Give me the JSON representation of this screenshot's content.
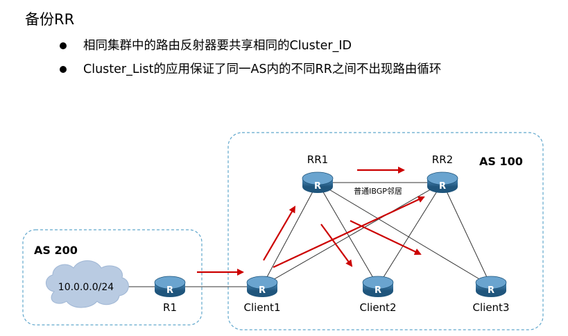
{
  "title": "备份RR",
  "bullets": [
    "相同集群中的路由反射器要共享相同的Cluster_ID",
    "Cluster_List的应用保证了同一AS内的不同RR之间不出现路由循环"
  ],
  "diagram": {
    "as100_label": "AS 100",
    "as200_label": "AS 200",
    "network_label": "10.0.0.0/24",
    "ibgp_label": "普通IBGP邻居",
    "routers": {
      "rr1": "RR1",
      "rr2": "RR2",
      "r1": "R1",
      "client1": "Client1",
      "client2": "Client2",
      "client3": "Client3"
    },
    "router_icon_letter": "R",
    "colors": {
      "router_body": "#2f6f9a",
      "arrow": "#cc0000",
      "as_border": "#5fa6cc",
      "cloud": "#b9cbe2"
    }
  }
}
